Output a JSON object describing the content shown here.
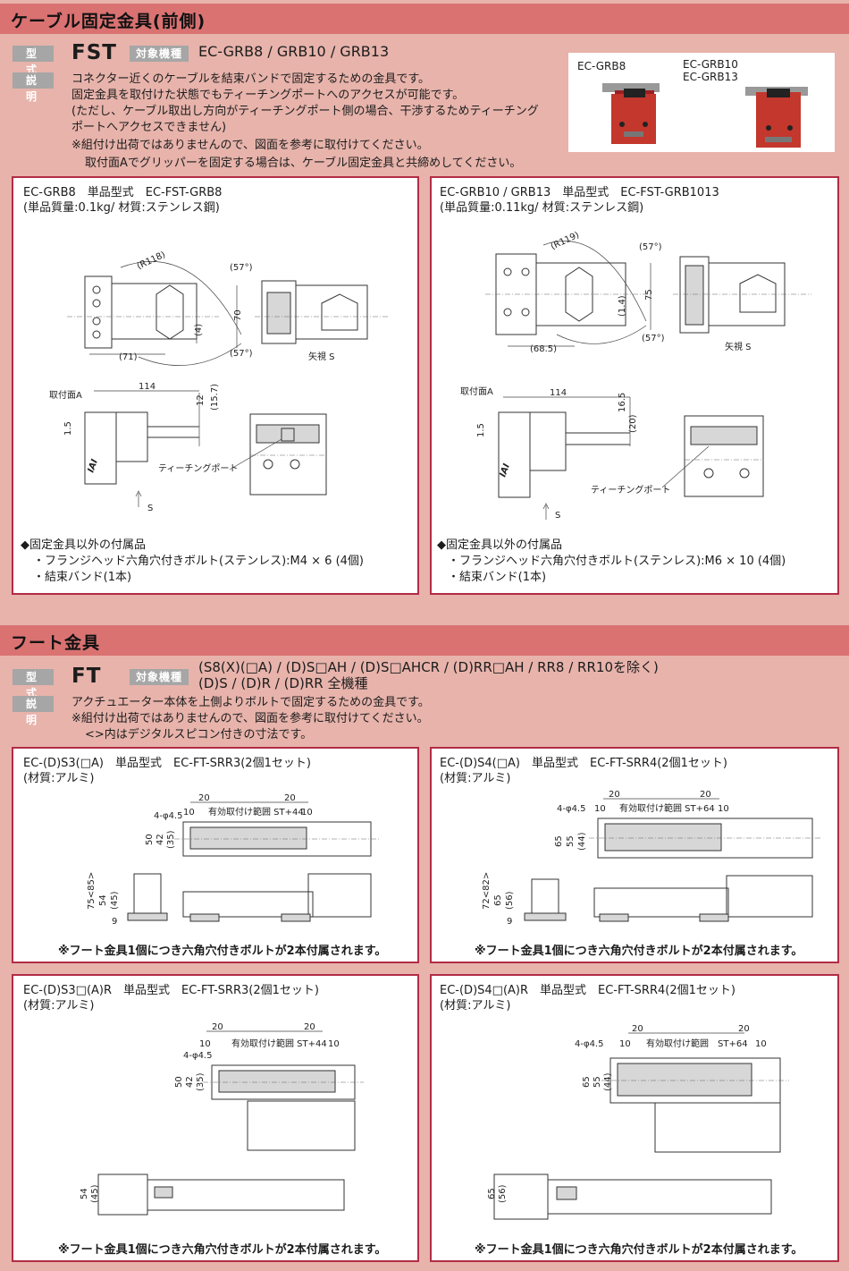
{
  "section1": {
    "title": "ケーブル固定金具(前側)",
    "type_label": "型　式",
    "model": "FST",
    "target_label": "対象機種",
    "target": "EC-GRB8 / GRB10 / GRB13",
    "desc_label": "説　明",
    "desc": [
      "コネクター近くのケーブルを結束バンドで固定するための金具です。",
      "固定金具を取付けた状態でもティーチングポートへのアクセスが可能です。",
      "(ただし、ケーブル取出し方向がティーチングポート側の場合、干渉するためティーチング",
      "ポートへアクセスできません)",
      "※組付け出荷ではありませんので、図面を参考に取付けてください。",
      "取付面Aでグリッパーを固定する場合は、ケーブル固定金具と共締めしてください。"
    ],
    "photo": {
      "label1": "EC-GRB8",
      "label2": "EC-GRB10",
      "label3": "EC-GRB13"
    },
    "panels": [
      {
        "title": "EC-GRB8　単品型式　EC-FST-GRB8",
        "sub": "(単品質量:0.1kg/ 材質:ステンレス鋼)",
        "dims": {
          "r": "(R118)",
          "ang1": "(57°)",
          "ang2": "(57°)",
          "h": "70",
          "d4": "(4)",
          "w": "(71)",
          "len": "114",
          "d12": "12",
          "d157": "(15.7)",
          "d15": "1.5"
        },
        "view": "矢視 S",
        "mount": "取付面A",
        "port": "ティーチングポート",
        "s": "S",
        "acc_title": "◆固定金具以外の付属品",
        "acc1": "・フランジヘッド六角穴付きボルト(ステンレス):M4 × 6 (4個)",
        "acc2": "・結束バンド(1本)"
      },
      {
        "title": "EC-GRB10 / GRB13　単品型式　EC-FST-GRB1013",
        "sub": "(単品質量:0.11kg/ 材質:ステンレス鋼)",
        "dims": {
          "r": "(R119)",
          "ang1": "(57°)",
          "ang2": "(57°)",
          "h": "75",
          "d14": "(1.4)",
          "w": "(68.5)",
          "len": "114",
          "d165": "16.5",
          "d20": "(20)",
          "d15": "1.5"
        },
        "view": "矢視 S",
        "mount": "取付面A",
        "port": "ティーチングポート",
        "s": "S",
        "acc_title": "◆固定金具以外の付属品",
        "acc1": "・フランジヘッド六角穴付きボルト(ステンレス):M6 × 10 (4個)",
        "acc2": "・結束バンド(1本)"
      }
    ]
  },
  "section2": {
    "title": "フート金具",
    "type_label": "型　式",
    "model": "FT",
    "target_label": "対象機種",
    "target1": "(S8(X)(□A) / (D)S□AH / (D)S□AHCR / (D)RR□AH / RR8 / RR10を除く)",
    "target2": "(D)S / (D)R / (D)RR 全機種",
    "desc_label": "説　明",
    "desc": [
      "アクチュエーター本体を上側よりボルトで固定するための金具です。",
      "※組付け出荷ではありませんので、図面を参考に取付けてください。",
      "<>内はデジタルスピコン付きの寸法です。"
    ],
    "panels": [
      {
        "title": "EC-(D)S3(□A)　単品型式　EC-FT-SRR3(2個1セット)",
        "sub": "(材質:アルミ)",
        "dims": {
          "hole": "4-φ4.5",
          "a": "10",
          "b": "20",
          "range": "有効取付け範囲 ST+44",
          "c": "20",
          "d": "10",
          "h50": "50",
          "h42": "42",
          "h35": "(35)",
          "v1": "75<85>",
          "v2": "54",
          "v3": "(45)",
          "v4": "9"
        },
        "note": "※フート金具1個につき六角穴付きボルトが2本付属されます。"
      },
      {
        "title": "EC-(D)S4(□A)　単品型式　EC-FT-SRR4(2個1セット)",
        "sub": "(材質:アルミ)",
        "dims": {
          "hole": "4-φ4.5",
          "a": "10",
          "b": "20",
          "range": "有効取付け範囲 ST+64",
          "c": "20",
          "d": "10",
          "h50": "65",
          "h42": "55",
          "h35": "(44)",
          "v1": "72<82>",
          "v2": "65",
          "v3": "(56)",
          "v4": "9"
        },
        "note": "※フート金具1個につき六角穴付きボルトが2本付属されます。"
      },
      {
        "title": "EC-(D)S3□(A)R　単品型式　EC-FT-SRR3(2個1セット)",
        "sub": "(材質:アルミ)",
        "dims": {
          "hole": "4-φ4.5",
          "a": "10",
          "b": "20",
          "range": "有効取付け範囲 ST+44",
          "c": "20",
          "d": "10",
          "h50": "50",
          "h42": "42",
          "h35": "(35)",
          "v1": "",
          "v2": "54",
          "v3": "(45)",
          "v4": ""
        },
        "note": "※フート金具1個につき六角穴付きボルトが2本付属されます。"
      },
      {
        "title": "EC-(D)S4□(A)R　単品型式　EC-FT-SRR4(2個1セット)",
        "sub": "(材質:アルミ)",
        "dims": {
          "hole": "4-φ4.5",
          "a": "10",
          "b": "20",
          "range": "有効取付け範囲　ST+64",
          "c": "20",
          "d": "10",
          "h50": "65",
          "h42": "55",
          "h35": "(44)",
          "v1": "",
          "v2": "65",
          "v3": "(56)",
          "v4": ""
        },
        "note": "※フート金具1個につき六角穴付きボルトが2本付属されます。"
      }
    ]
  }
}
